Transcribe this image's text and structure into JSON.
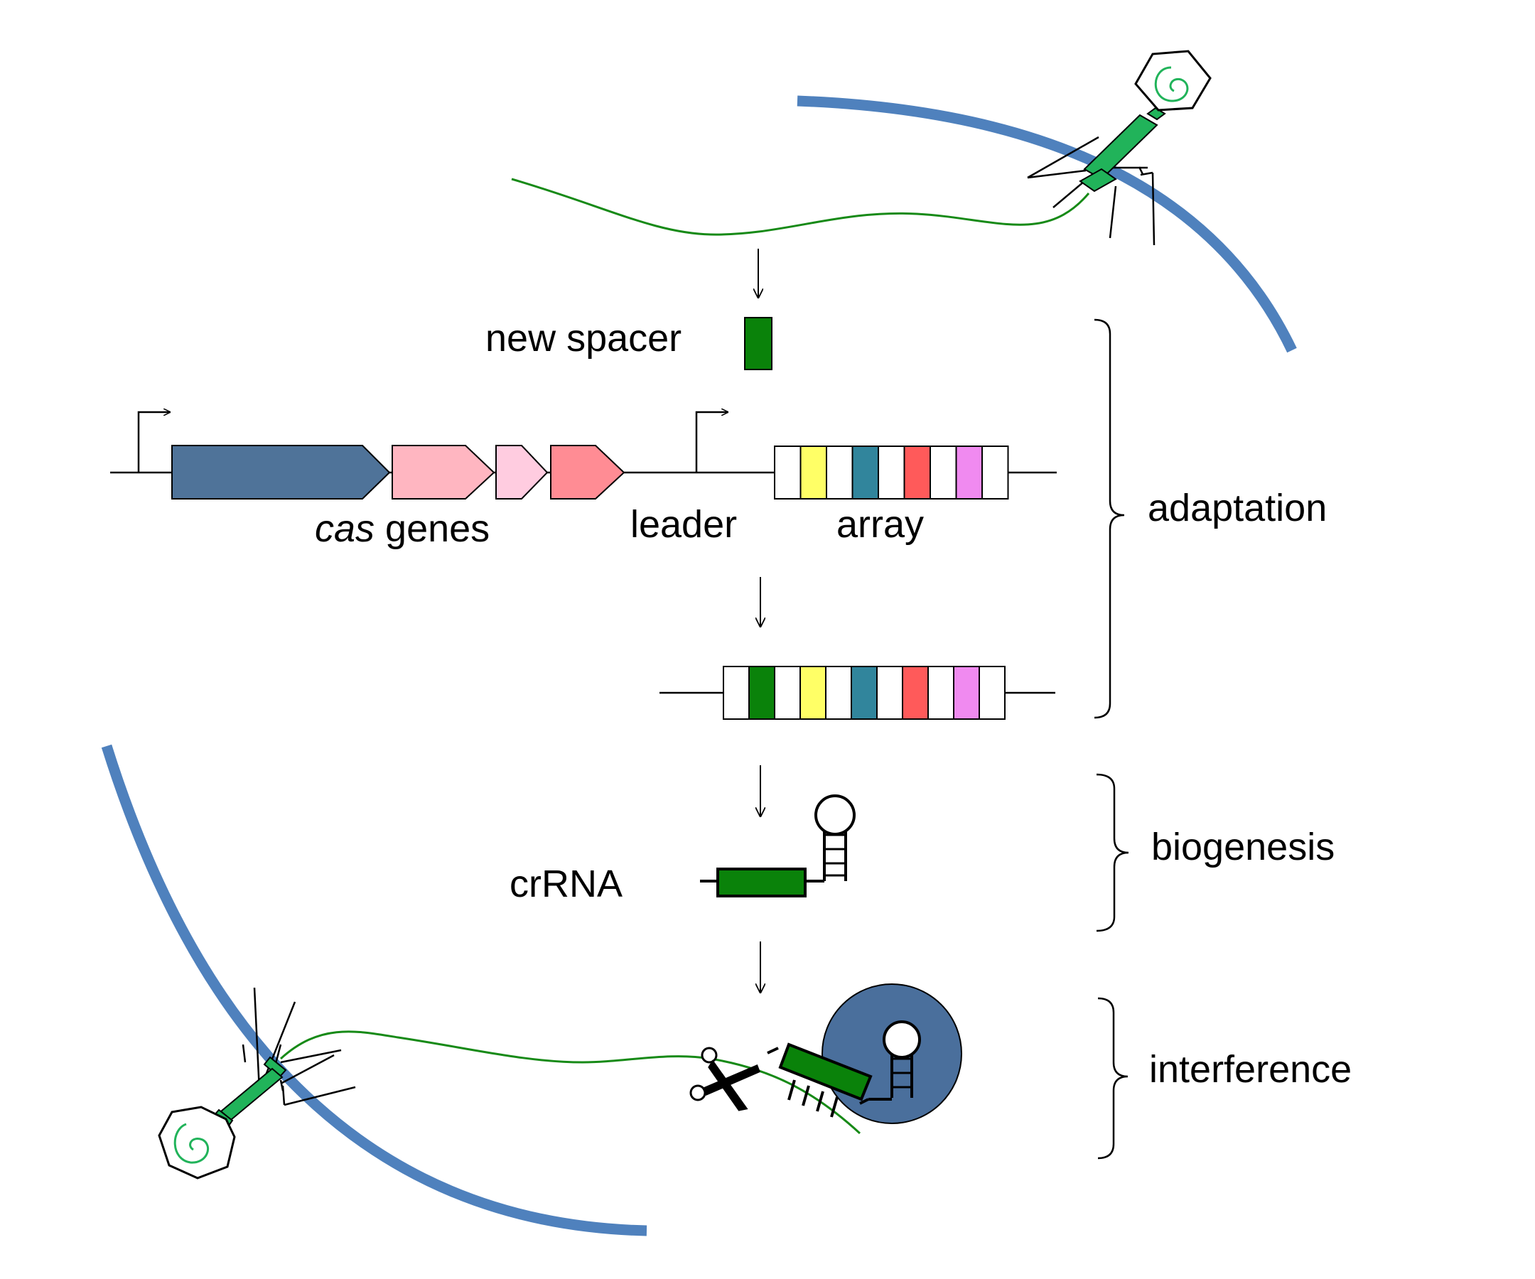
{
  "labels": {
    "new_spacer": "new spacer",
    "cas_italic": "cas",
    "cas_rest": " genes",
    "leader": "leader",
    "array": "array",
    "crRNA": "crRNA"
  },
  "stages": {
    "adaptation": "adaptation",
    "biogenesis": "biogenesis",
    "interference": "interference"
  },
  "colors": {
    "cell_wall": "#4f81bd",
    "phage_dna": "#178a17",
    "phage_body": "#21b35a",
    "spacer_new": "#0a820a",
    "cas_gene_1": "#4f7399",
    "cas_gene_2": "#ffb6c1",
    "cas_gene_3": "#ffcce0",
    "cas_gene_4": "#ff8c94",
    "spacer_yellow": "#ffff66",
    "spacer_teal": "#31859c",
    "spacer_red": "#ff5a5a",
    "spacer_violet": "#f08af0",
    "cas_complex": "#4a6f9c"
  },
  "original_array": [
    "white",
    "spacer_yellow",
    "white",
    "spacer_teal",
    "white",
    "spacer_red",
    "white",
    "spacer_violet",
    "white"
  ],
  "expanded_array": [
    "white",
    "spacer_new",
    "white",
    "spacer_yellow",
    "white",
    "spacer_teal",
    "white",
    "spacer_red",
    "white",
    "spacer_violet",
    "white"
  ],
  "icons": [
    "phage-icon",
    "scissors-icon",
    "promoter-arrow-icon",
    "hairpin-icon",
    "cas-complex-icon"
  ]
}
